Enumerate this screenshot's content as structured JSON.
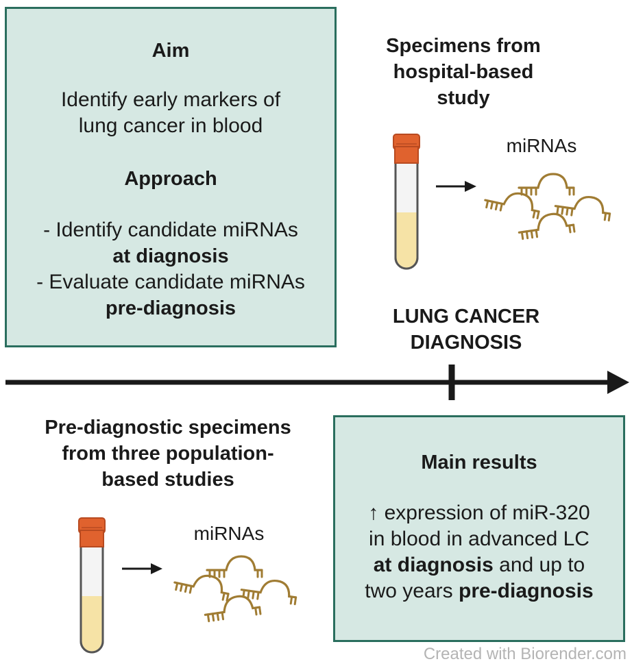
{
  "aim_box": {
    "aim_heading": "Aim",
    "aim_line1": "Identify early markers of",
    "aim_line2": "lung cancer in blood",
    "approach_heading": "Approach",
    "approach_line1": "- Identify candidate miRNAs",
    "approach_line2": "at diagnosis",
    "approach_line3": "- Evaluate candidate miRNAs",
    "approach_line4": "pre-diagnosis"
  },
  "hospital": {
    "title_line1": "Specimens from",
    "title_line2": "hospital-based",
    "title_line3": "study",
    "mirna_label": "miRNAs"
  },
  "diagnosis": {
    "line1": "LUNG CANCER",
    "line2": "DIAGNOSIS"
  },
  "population": {
    "title_line1": "Pre-diagnostic specimens",
    "title_line2": "from three population-",
    "title_line3": "based studies",
    "mirna_label": "miRNAs"
  },
  "results_box": {
    "heading": "Main results",
    "line1": "↑ expression of miR-320",
    "line2": "in blood in advanced LC",
    "line3_bold": "at diagnosis",
    "line3_rest": " and up to",
    "line4_rest": "two years ",
    "line4_bold": "pre-diagnosis"
  },
  "footer": {
    "watermark": "Created with Biorender.com"
  },
  "colors": {
    "box_fill": "#d6e8e3",
    "box_border": "#2a6e5e",
    "tube_cap": "#e0622e",
    "tube_liquid": "#f6e3a6",
    "mirna_color": "#a07c33",
    "timeline": "#1a1a1a"
  }
}
